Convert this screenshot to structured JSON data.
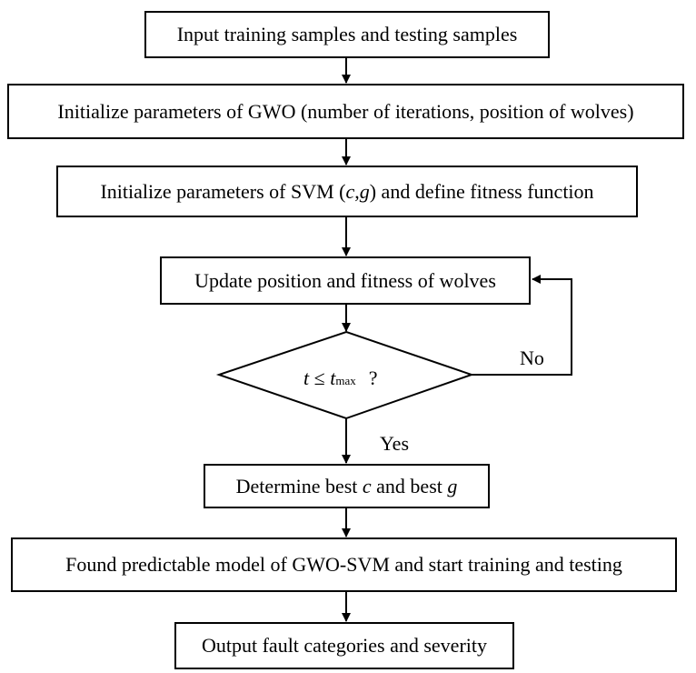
{
  "steps": {
    "input": "Input training samples and testing samples",
    "init_gwo": "Initialize parameters of GWO (number of iterations, position of wolves)",
    "init_svm": {
      "prefix": "Initialize parameters of SVM (",
      "c": "c",
      "comma": ",",
      "g": "g",
      "suffix": ") and define fitness function"
    },
    "update": "Update position and fitness of wolves",
    "determine": {
      "prefix": "Determine best ",
      "c": "c",
      "middle": " and best ",
      "g": "g"
    },
    "found_model": "Found predictable model of GWO-SVM and start training and testing",
    "output": "Output fault categories and severity"
  },
  "decision": {
    "var": "t",
    "op": " ≤ ",
    "limit": "t",
    "limit_sub": "max",
    "question": "?"
  },
  "labels": {
    "no": "No",
    "yes": "Yes"
  }
}
